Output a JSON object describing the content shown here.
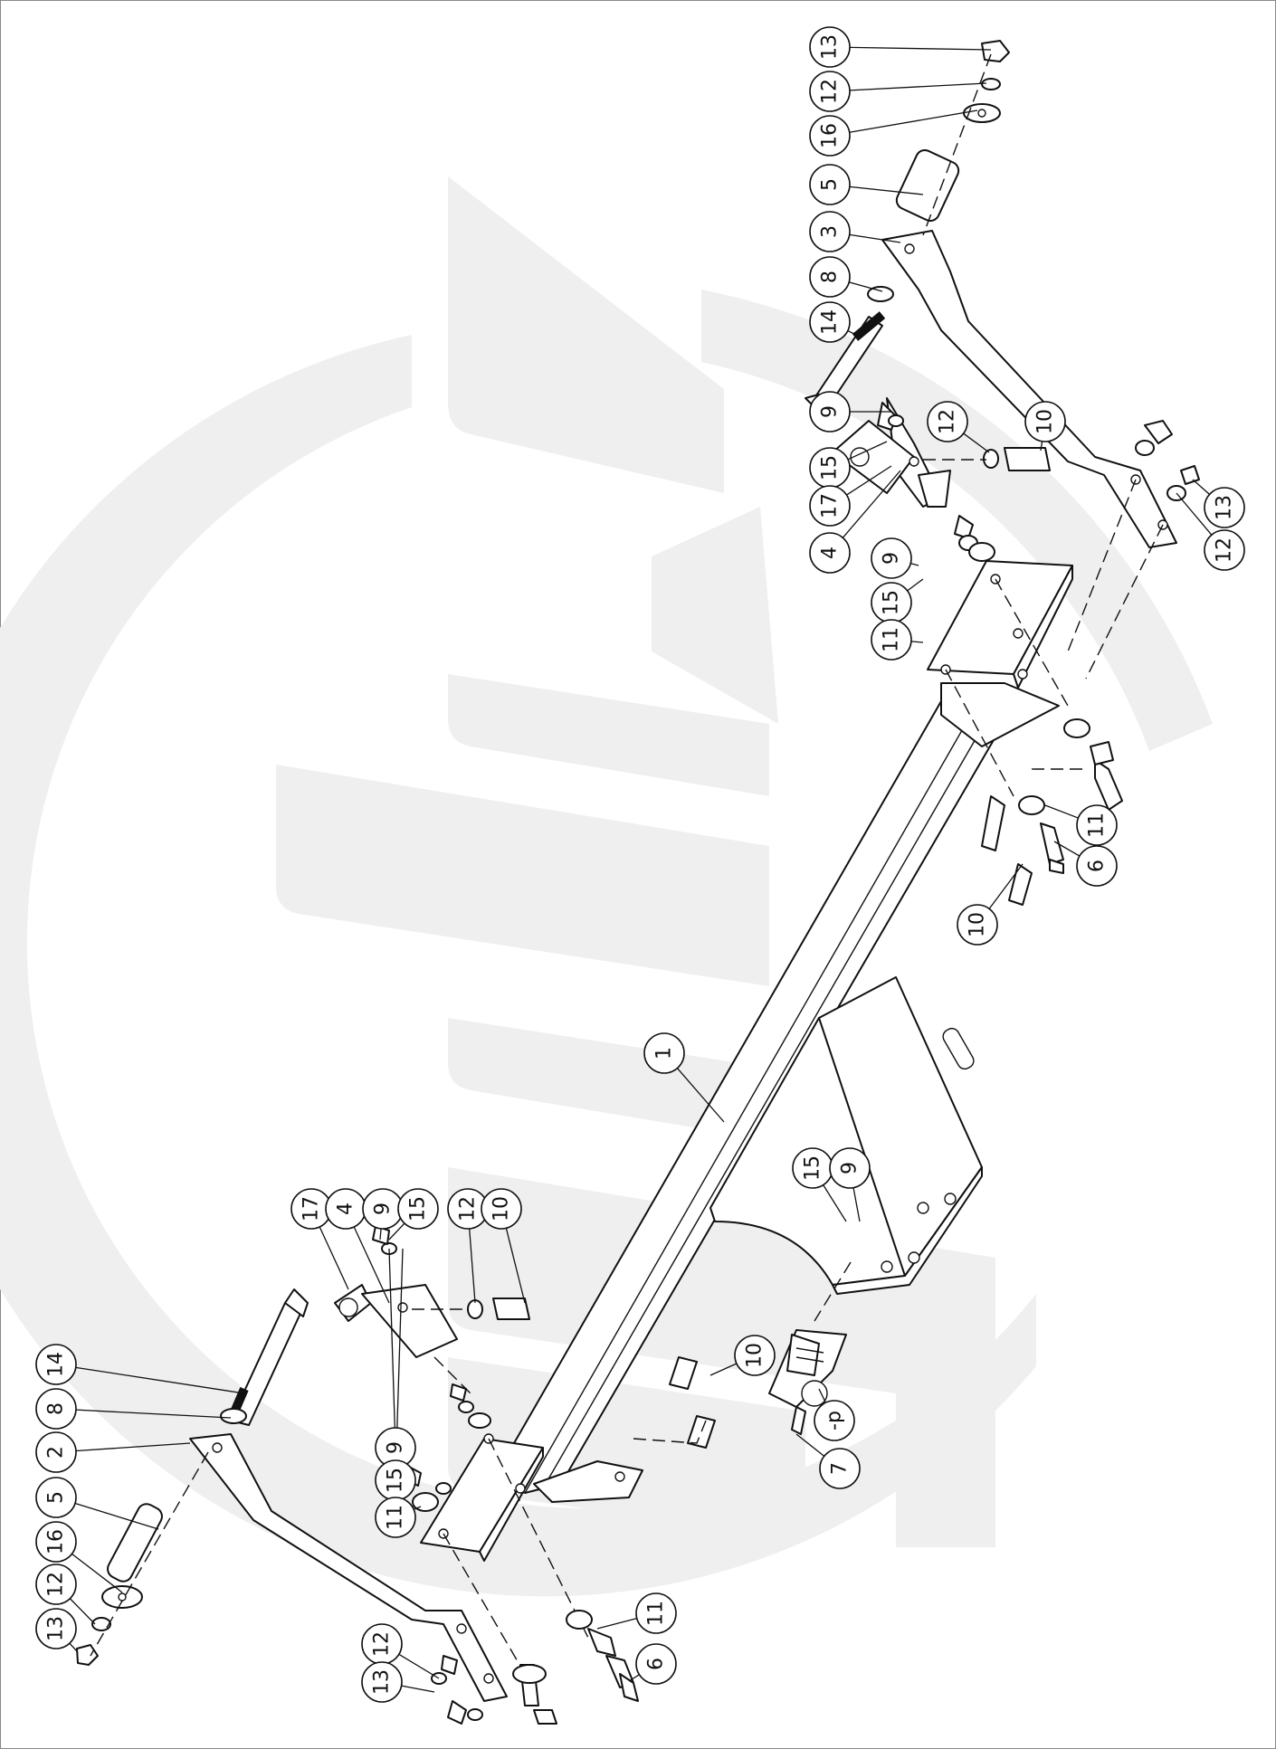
{
  "diagram": {
    "watermark": {
      "color": "#efefef",
      "shape": "circular brand watermark"
    },
    "line_color": "#111111",
    "part_callouts": [
      "13",
      "12",
      "16",
      "5",
      "3",
      "8",
      "14",
      "9",
      "15",
      "17",
      "4",
      "12",
      "10",
      "13",
      "12",
      "9",
      "15",
      "11",
      "11",
      "6",
      "10",
      "1",
      "15",
      "9",
      "10",
      "-p",
      "7",
      "17",
      "4",
      "9",
      "15",
      "12",
      "10",
      "14",
      "8",
      "2",
      "5",
      "16",
      "12",
      "13",
      "9",
      "15",
      "11",
      "12",
      "13",
      "11",
      "6"
    ]
  }
}
